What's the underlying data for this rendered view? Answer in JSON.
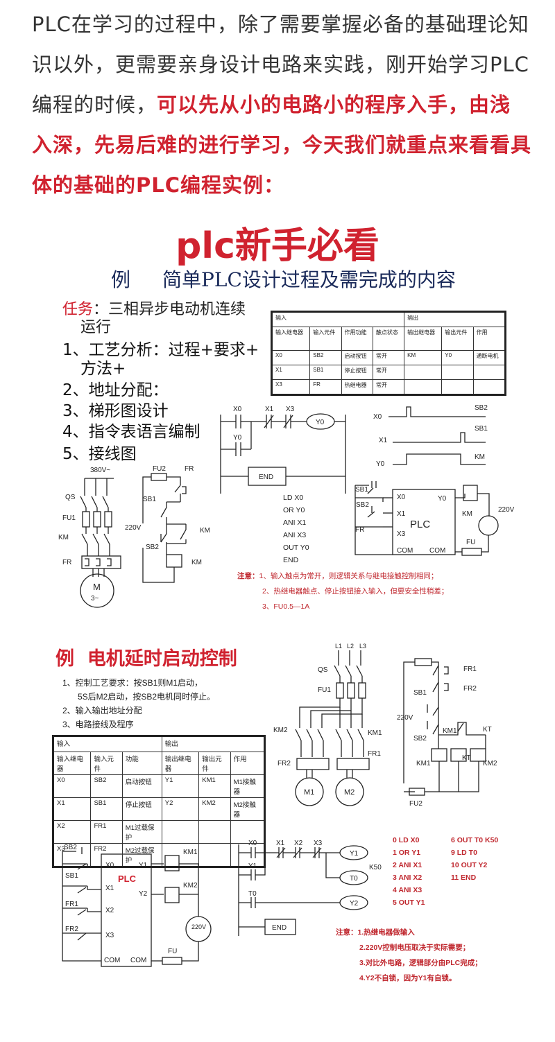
{
  "intro": {
    "normal": "PLC在学习的过程中，除了需要掌握必备的基础理论知识以外，更需要亲身设计电路来实践，刚开始学习PLC编程的时候，",
    "highlight": "可以先从小的电路小的程序入手，由浅入深，先易后难的进行学习，今天我们就重点来看看具体的基础的PLC编程实例："
  },
  "big_title": "plc新手必看",
  "example1": {
    "label": "例",
    "title": "简单PLC设计过程及需完成的内容",
    "task_label": "任务",
    "task_text": "：三相异步电动机连续",
    "task_text2": "运行",
    "steps": [
      "1、工艺分析：过程+要求+",
      "方法+",
      "2、地址分配：",
      "3、梯形图设计",
      "4、指令表语言编制",
      "5、接线图"
    ],
    "table": {
      "group_in": "输入",
      "group_out": "输出",
      "headers": [
        "输入继电器",
        "输入元件",
        "作用功能",
        "触点状态",
        "输出继电器",
        "输出元件",
        "作用"
      ],
      "rows": [
        [
          "X0",
          "SB2",
          "启动按钮",
          "常开",
          "KM",
          "Y0",
          "通断电机"
        ],
        [
          "X1",
          "SB1",
          "停止按钮",
          "常开",
          "",
          "",
          ""
        ],
        [
          "X3",
          "FR",
          "热继电器",
          "常开",
          "",
          "",
          ""
        ]
      ]
    },
    "ladder": {
      "x0": "X0",
      "x1": "X1",
      "x3": "X3",
      "y0": "Y0",
      "coil": "Y0",
      "end": "END"
    },
    "instructions": [
      "LD  X0",
      "OR  Y0",
      "ANI  X1",
      "ANI  X3",
      "OUT  Y0",
      "END"
    ],
    "timing": {
      "x0": "X0",
      "x1": "X1",
      "y0": "Y0",
      "sb2": "SB2",
      "sb1": "SB1",
      "km": "KM"
    },
    "motor_circuit": {
      "v380": "380V~",
      "qs": "QS",
      "fu1": "FU1",
      "km": "KM",
      "fr": "FR",
      "m": "M",
      "m3": "3~"
    },
    "control_circuit": {
      "fu2": "FU2",
      "fr": "FR",
      "sb1": "SB1",
      "v220": "220V",
      "sb2": "SB2",
      "km": "KM",
      "km2": "KM"
    },
    "plc_wiring": {
      "sb1": "SB1",
      "sb2": "SB2",
      "fr": "FR",
      "x0": "X0",
      "x1": "X1",
      "x3": "X3",
      "y0": "Y0",
      "plc": "PLC",
      "com1": "COM",
      "com2": "COM",
      "km": "KM",
      "v220": "220V",
      "fu": "FU"
    },
    "notes": {
      "label": "注意：",
      "items": [
        "1、输入触点为常开，则逻辑关系与继电接触控制相同；",
        "2、热继电器触点、停止按钮接入输入，但要安全性稍差；",
        "3、FU0.5—1A"
      ]
    }
  },
  "example2": {
    "label": "例",
    "title": "电机延时启动控制",
    "steps": [
      "1、控制工艺要求：按SB1则M1启动，",
      "5S后M2启动，按SB2电机同时停止。",
      "2、输入输出地址分配",
      "3、电路接线及程序"
    ],
    "table": {
      "group_in": "输入",
      "group_out": "输出",
      "headers": [
        "输入继电器",
        "输入元件",
        "功能",
        "输出继电器",
        "输出元件",
        "作用"
      ],
      "rows": [
        [
          "X0",
          "SB2",
          "启动按钮",
          "Y1",
          "KM1",
          "M1接触器"
        ],
        [
          "X1",
          "SB1",
          "停止按钮",
          "Y2",
          "KM2",
          "M2接触器"
        ],
        [
          "X2",
          "FR1",
          "M1过载保护",
          "",
          "",
          ""
        ],
        [
          "X3",
          "FR2",
          "M2过载保护",
          "",
          "",
          ""
        ]
      ]
    },
    "main_circuit": {
      "l1": "L1",
      "l2": "L2",
      "l3": "L3",
      "qs": "QS",
      "fu1": "FU1",
      "km2": "KM2",
      "km1": "KM1",
      "fr2": "FR2",
      "fr1": "FR1",
      "m1": "M1",
      "m2": "M2"
    },
    "control_circuit": {
      "fr1": "FR1",
      "fr2": "FR2",
      "sb1": "SB1",
      "v220": "220V",
      "sb2": "SB2",
      "km1a": "KM1",
      "kt1": "KT",
      "kt2": "KT",
      "km1": "KM1",
      "km2": "KM2",
      "fu2": "FU2"
    },
    "plc_wiring": {
      "sb2": "SB2",
      "sb1": "SB1",
      "fr1": "FR1",
      "fr2": "FR2",
      "x0": "X0",
      "x1": "X1",
      "x2": "X2",
      "x3": "X3",
      "plc": "PLC",
      "y1": "Y1",
      "y2": "Y2",
      "km1": "KM1",
      "km2": "KM2",
      "v220": "220V",
      "com1": "COM",
      "com2": "COM",
      "fu": "FU"
    },
    "ladder": {
      "x0": "X0",
      "x1": "X1",
      "x2": "X2",
      "x3": "X3",
      "y1": "Y1",
      "t0": "T0",
      "k50": "K50",
      "y1coil": "Y1",
      "t0coil": "T0",
      "y2coil": "Y2",
      "end": "END"
    },
    "instructions_left": [
      "0  LD  X0",
      "1  OR  Y1",
      "2  ANI  X1",
      "3  ANI  X2",
      "4  ANI  X3",
      "5  OUT  Y1"
    ],
    "instructions_right": [
      "6  OUT  T0  K50",
      "9  LD  T0",
      "10  OUT  Y2",
      "11  END"
    ],
    "notes": {
      "label": "注意：",
      "items": [
        "1.热继电器做输入",
        "2.220V控制电压取决于实际需要；",
        "3.对比外电路，逻辑部分由PLC完成；",
        "4.Y2不自锁，因为Y1有自锁。"
      ]
    }
  }
}
